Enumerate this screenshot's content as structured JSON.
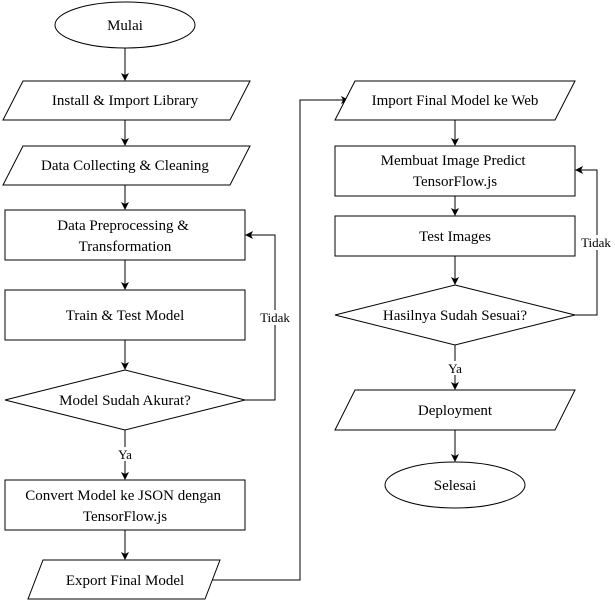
{
  "nodes": {
    "start": [
      "Mulai"
    ],
    "install": [
      "Install & Import Library"
    ],
    "collect": [
      "Data Collecting & Cleaning"
    ],
    "preprocess": [
      "Data Preprocessing &",
      "Transformation"
    ],
    "train": [
      "Train & Test Model"
    ],
    "decision1": [
      "Model Sudah Akurat?"
    ],
    "convert": [
      "Convert Model ke JSON dengan",
      "TensorFlow.js"
    ],
    "export": [
      "Export Final Model"
    ],
    "import": [
      "Import Final Model ke Web"
    ],
    "predict": [
      "Membuat Image Predict",
      "TensorFlow.js"
    ],
    "test": [
      "Test Images"
    ],
    "decision2": [
      "Hasilnya Sudah Sesuai?"
    ],
    "deploy": [
      "Deployment"
    ],
    "end": [
      "Selesai"
    ]
  },
  "edge_labels": {
    "d1_yes": "Ya",
    "d1_no": "Tidak",
    "d2_yes": "Ya",
    "d2_no": "Tidak"
  }
}
